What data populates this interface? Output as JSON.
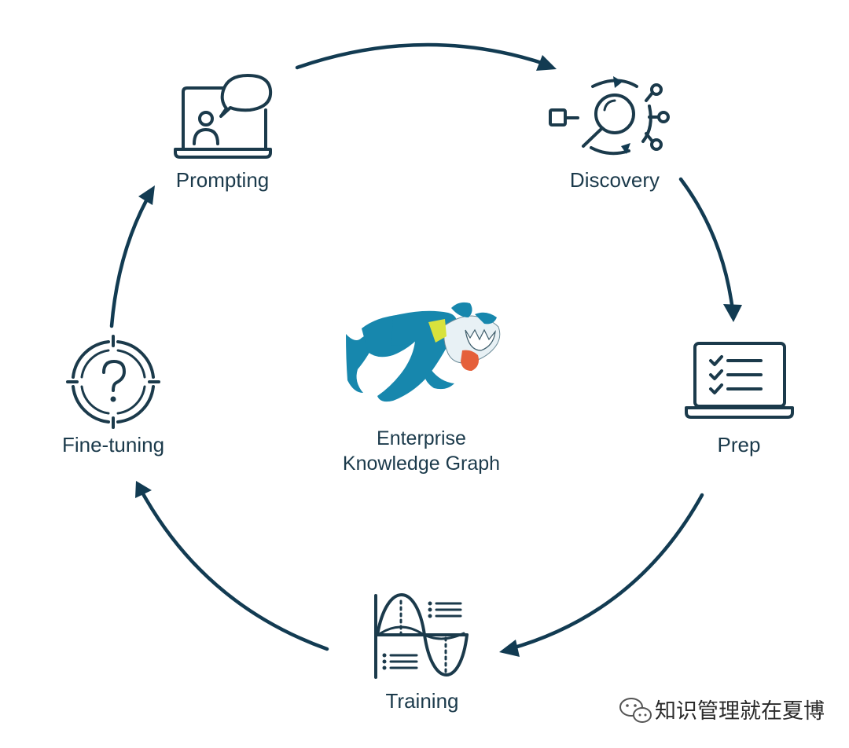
{
  "diagram": {
    "stages": [
      {
        "label": "Prompting",
        "icon": "laptop-chat-icon"
      },
      {
        "label": "Discovery",
        "icon": "magnifier-network-icon"
      },
      {
        "label": "Prep",
        "icon": "laptop-checklist-icon"
      },
      {
        "label": "Training",
        "icon": "waveform-chart-icon"
      },
      {
        "label": "Fine-tuning",
        "icon": "question-target-icon"
      }
    ],
    "center": {
      "line1": "Enterprise",
      "line2": "Knowledge Graph",
      "logo": "dog-mascot-logo"
    },
    "flow": "clockwise",
    "colors": {
      "primary": "#1b3a4b",
      "arrow": "#123b52",
      "logo_blue": "#1787ad",
      "logo_yellow": "#d8e23c",
      "logo_red": "#e5603b"
    }
  },
  "watermark": {
    "text": "知识管理就在夏博",
    "icon": "wechat-icon"
  }
}
